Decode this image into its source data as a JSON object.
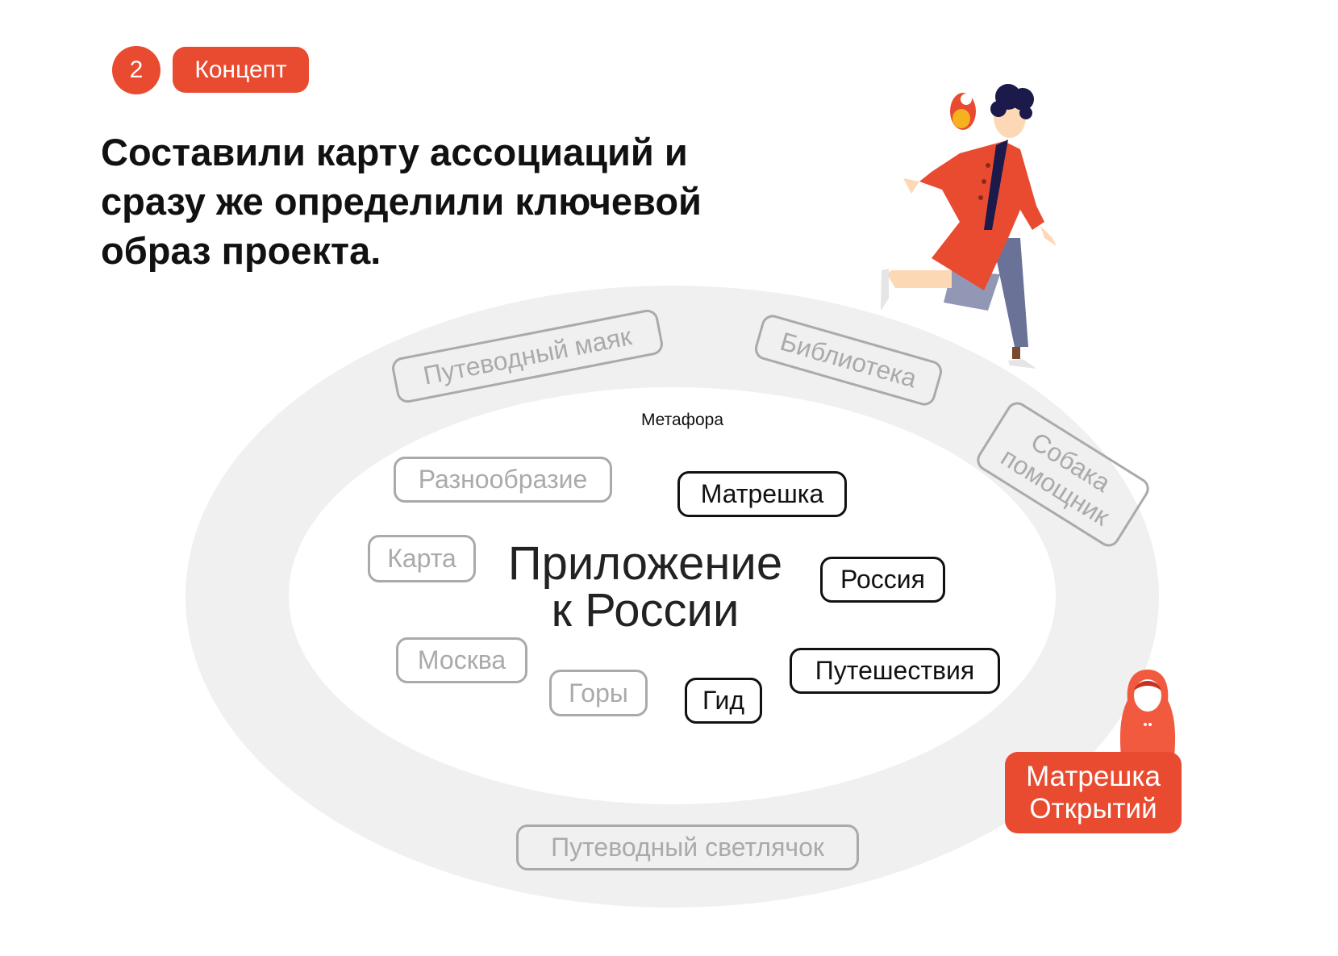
{
  "header": {
    "step_number": "2",
    "section_label": "Концепт"
  },
  "title": {
    "line1": "Составили карту ассоциаций и",
    "line2": "сразу же определили ключевой",
    "line3": "образ проекта."
  },
  "map": {
    "inner_label": "Метафора",
    "center": {
      "line1": "Приложение",
      "line2": "к России"
    },
    "inner_tags": [
      {
        "label": "Разнообразие",
        "selected": false
      },
      {
        "label": "Матрешка",
        "selected": true
      },
      {
        "label": "Карта",
        "selected": false
      },
      {
        "label": "Россия",
        "selected": true
      },
      {
        "label": "Москва",
        "selected": false
      },
      {
        "label": "Горы",
        "selected": false
      },
      {
        "label": "Гид",
        "selected": true
      },
      {
        "label": "Путешествия",
        "selected": true
      }
    ],
    "outer_tags": [
      {
        "label": "Путеводный маяк"
      },
      {
        "label": "Библиотека"
      },
      {
        "line1": "Собака",
        "line2": "помощник"
      },
      {
        "label": "Путеводный светлячок"
      }
    ]
  },
  "result": {
    "line1": "Матрешка",
    "line2": "Открытий"
  },
  "colors": {
    "accent": "#e94b30",
    "ring": "#f0f0f0",
    "muted": "#aaaaaa",
    "dark": "#111111"
  }
}
